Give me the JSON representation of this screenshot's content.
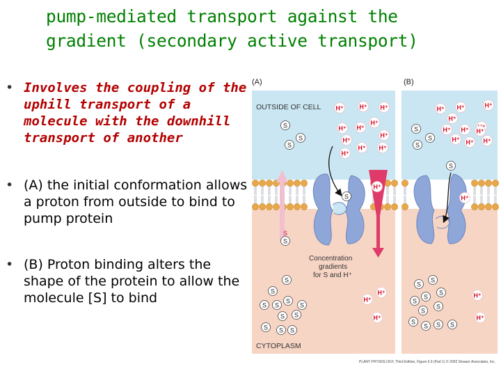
{
  "title": {
    "line1": "pump-mediated transport against the",
    "line2": "gradient (secondary active transport)"
  },
  "bullets": [
    {
      "symbol": "•",
      "text": "Involves the coupling of the uphill transport of a molecule with the downhill transport of another"
    },
    {
      "symbol": "•",
      "text": "(A) the initial conformation allows a proton from outside to bind to pump protein"
    },
    {
      "symbol": "•",
      "text": "(B) Proton binding alters the shape of the protein to allow the molecule [S] to bind"
    }
  ],
  "figure": {
    "panel_a_label": "(A)",
    "panel_b_label": "(B)",
    "outside_label": "OUTSIDE OF CELL",
    "cytoplasm_label": "CYTOPLASM",
    "gradient_label_lines": [
      "Concentration",
      "gradients",
      "for S and H⁺"
    ],
    "s_arrow_label": "S",
    "h_arrow_label": "H⁺",
    "proton_symbol": "H⁺",
    "solute_symbol": "S",
    "credit": "PLANT PHYSIOLOGY, Third Edition, Figure 6.9 (Part 1) © 2002 Sinauer Associates, Inc.",
    "colors": {
      "outside_bg": "#c9e6f2",
      "cytoplasm_bg": "#f7d5c5",
      "proton_color": "#d6122a",
      "protein_color": "#8ea6d8",
      "membrane_head": "#e8a84a",
      "gradient_arrow_s": "#f2bfd0",
      "gradient_arrow_h": "#e03a6a"
    }
  }
}
